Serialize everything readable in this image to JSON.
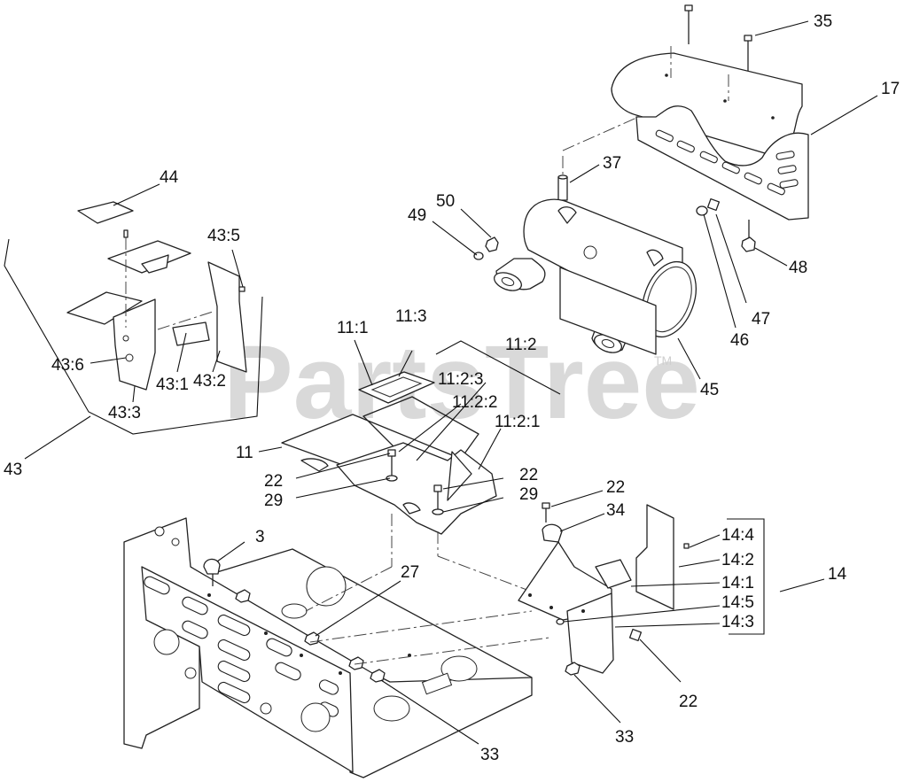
{
  "watermark": {
    "text": "PartsTree",
    "tm": "TM"
  },
  "callouts": {
    "c35": "35",
    "c17": "17",
    "c37": "37",
    "c50": "50",
    "c49": "49",
    "c48": "48",
    "c47": "47",
    "c46": "46",
    "c45": "45",
    "c44": "44",
    "c43_5": "43:5",
    "c43_6": "43:6",
    "c43_1": "43:1",
    "c43_2": "43:2",
    "c43_3": "43:3",
    "c43": "43",
    "c11_1": "11:1",
    "c11_3": "11:3",
    "c11_2": "11:2",
    "c11_2_3": "11:2:3",
    "c11_2_2": "11:2:2",
    "c11_2_1": "11:2:1",
    "c11": "11",
    "c22a": "22",
    "c29a": "29",
    "c22b": "22",
    "c29b": "29",
    "c22c": "22",
    "c34": "34",
    "c3": "3",
    "c27": "27",
    "c14_4": "14:4",
    "c14_2": "14:2",
    "c14_1": "14:1",
    "c14": "14",
    "c14_5": "14:5",
    "c14_3": "14:3",
    "c22d": "22",
    "c33a": "33",
    "c33b": "33"
  }
}
